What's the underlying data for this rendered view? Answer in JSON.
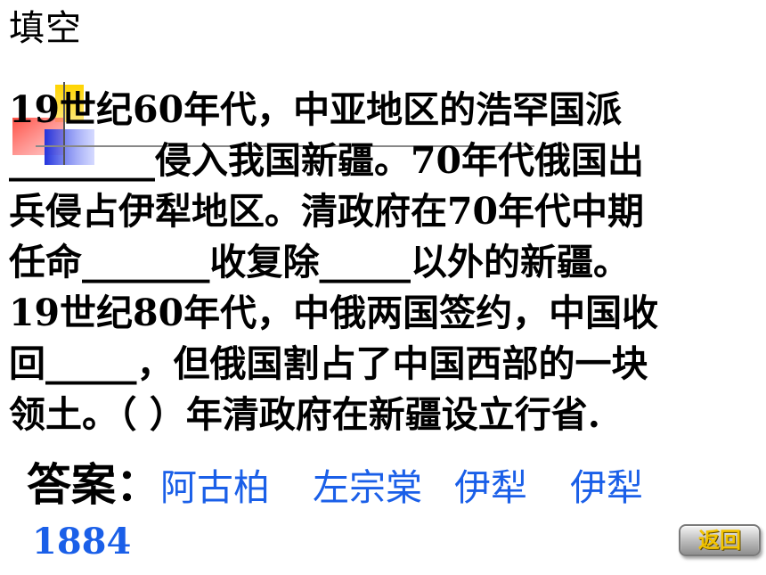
{
  "slide": {
    "title": "填空",
    "lines": [
      "19世纪60年代，中亚地区的浩罕国派",
      "________侵入我国新疆。70年代俄国出",
      "兵侵占伊犁地区。清政府在70年代中期",
      "任命_______收复除_____以外的新疆。",
      "19世纪80年代，中俄两国签约，中国收",
      "回_____，但俄国割占了中国西部的一块",
      "领土。（    ）年清政府在新疆设立行省."
    ],
    "answer": {
      "label": "答案：",
      "values": [
        "阿古柏",
        "左宗棠",
        "伊犁",
        "伊犁"
      ],
      "year": "1884"
    },
    "back_button_label": "返回",
    "colors": {
      "answer_text": "#1a5fe8",
      "button_text": "#f2c300"
    }
  }
}
